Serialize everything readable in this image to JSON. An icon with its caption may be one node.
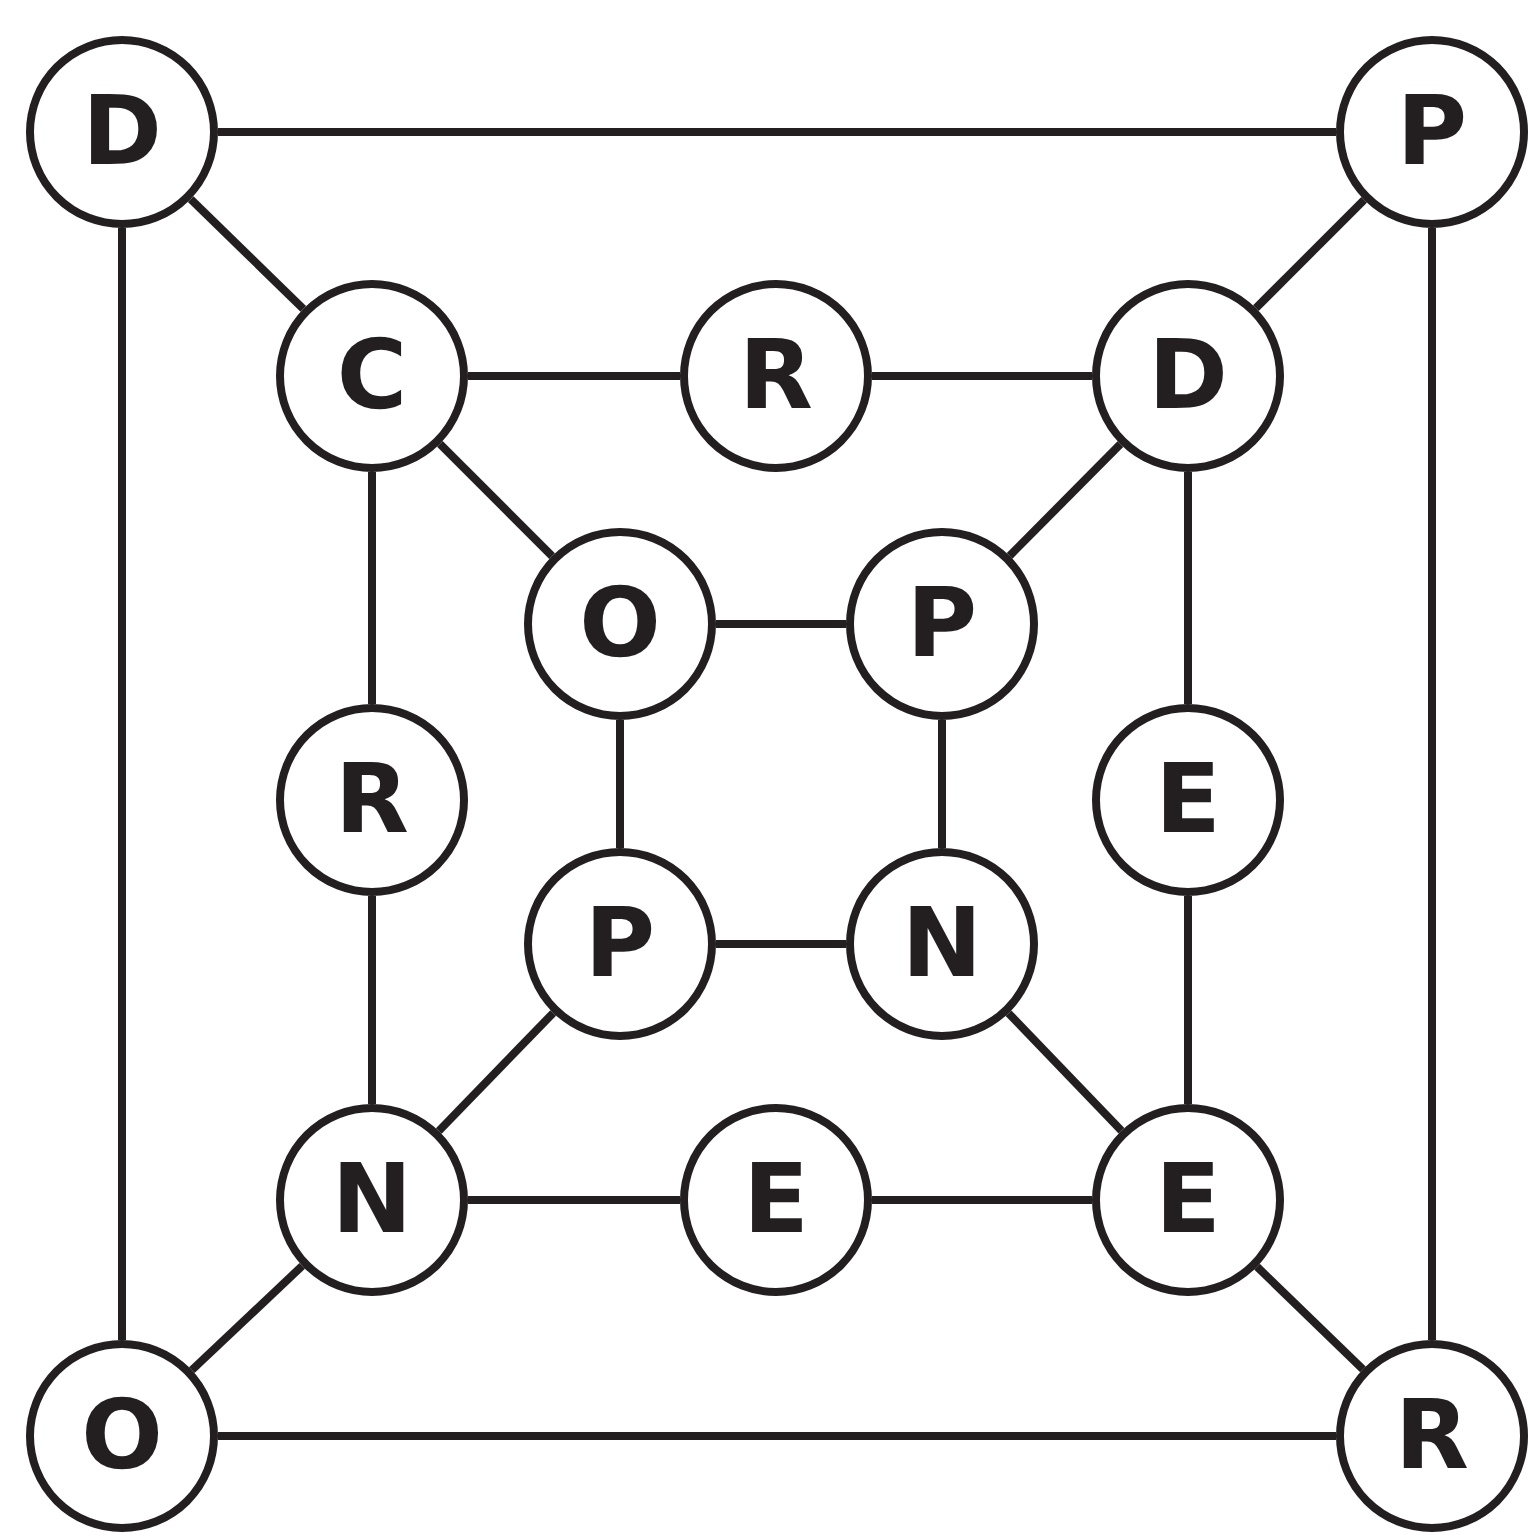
{
  "diagram": {
    "nodes": [
      {
        "text": [
          "D"
        ]
      },
      {
        "text": [
          "P"
        ]
      },
      {
        "text": [
          "C"
        ]
      },
      {
        "text": [
          "R"
        ]
      },
      {
        "text": [
          "D"
        ]
      },
      {
        "text": [
          "O"
        ]
      },
      {
        "text": [
          "P"
        ]
      },
      {
        "text": [
          "R"
        ]
      },
      {
        "text": [
          "E"
        ]
      },
      {
        "text": [
          "P"
        ]
      },
      {
        "text": [
          "N"
        ]
      },
      {
        "text": [
          "N"
        ]
      },
      {
        "text": [
          "E"
        ]
      },
      {
        "text": [
          "E"
        ]
      },
      {
        "text": [
          "O"
        ]
      },
      {
        "text": [
          "R"
        ]
      }
    ],
    "edges": [
      {
        "from": 0,
        "to": 1,
        "arrow": "none"
      },
      {
        "from": 0,
        "to": 2,
        "arrow": "none"
      },
      {
        "from": 0,
        "to": 14,
        "arrow": "none"
      },
      {
        "from": 1,
        "to": 4,
        "arrow": "none"
      },
      {
        "from": 1,
        "to": 15,
        "arrow": "none"
      },
      {
        "from": 2,
        "to": 3,
        "arrow": "none"
      },
      {
        "from": 3,
        "to": 4,
        "arrow": "none"
      },
      {
        "from": 2,
        "to": 5,
        "arrow": "none"
      },
      {
        "from": 2,
        "to": 7,
        "arrow": "none"
      },
      {
        "from": 4,
        "to": 6,
        "arrow": "none"
      },
      {
        "from": 4,
        "to": 8,
        "arrow": "none"
      },
      {
        "from": 5,
        "to": 6,
        "arrow": "none"
      },
      {
        "from": 5,
        "to": 9,
        "arrow": "none"
      },
      {
        "from": 6,
        "to": 10,
        "arrow": "none"
      },
      {
        "from": 7,
        "to": 11,
        "arrow": "none"
      },
      {
        "from": 8,
        "to": 13,
        "arrow": "none"
      },
      {
        "from": 9,
        "to": 10,
        "arrow": "none"
      },
      {
        "from": 9,
        "to": 11,
        "arrow": "none"
      },
      {
        "from": 10,
        "to": 13,
        "arrow": "none"
      },
      {
        "from": 11,
        "to": 12,
        "arrow": "none"
      },
      {
        "from": 12,
        "to": 13,
        "arrow": "none"
      },
      {
        "from": 11,
        "to": 14,
        "arrow": "none"
      },
      {
        "from": 13,
        "to": 15,
        "arrow": "none"
      },
      {
        "from": 14,
        "to": 15,
        "arrow": "none"
      }
    ]
  }
}
